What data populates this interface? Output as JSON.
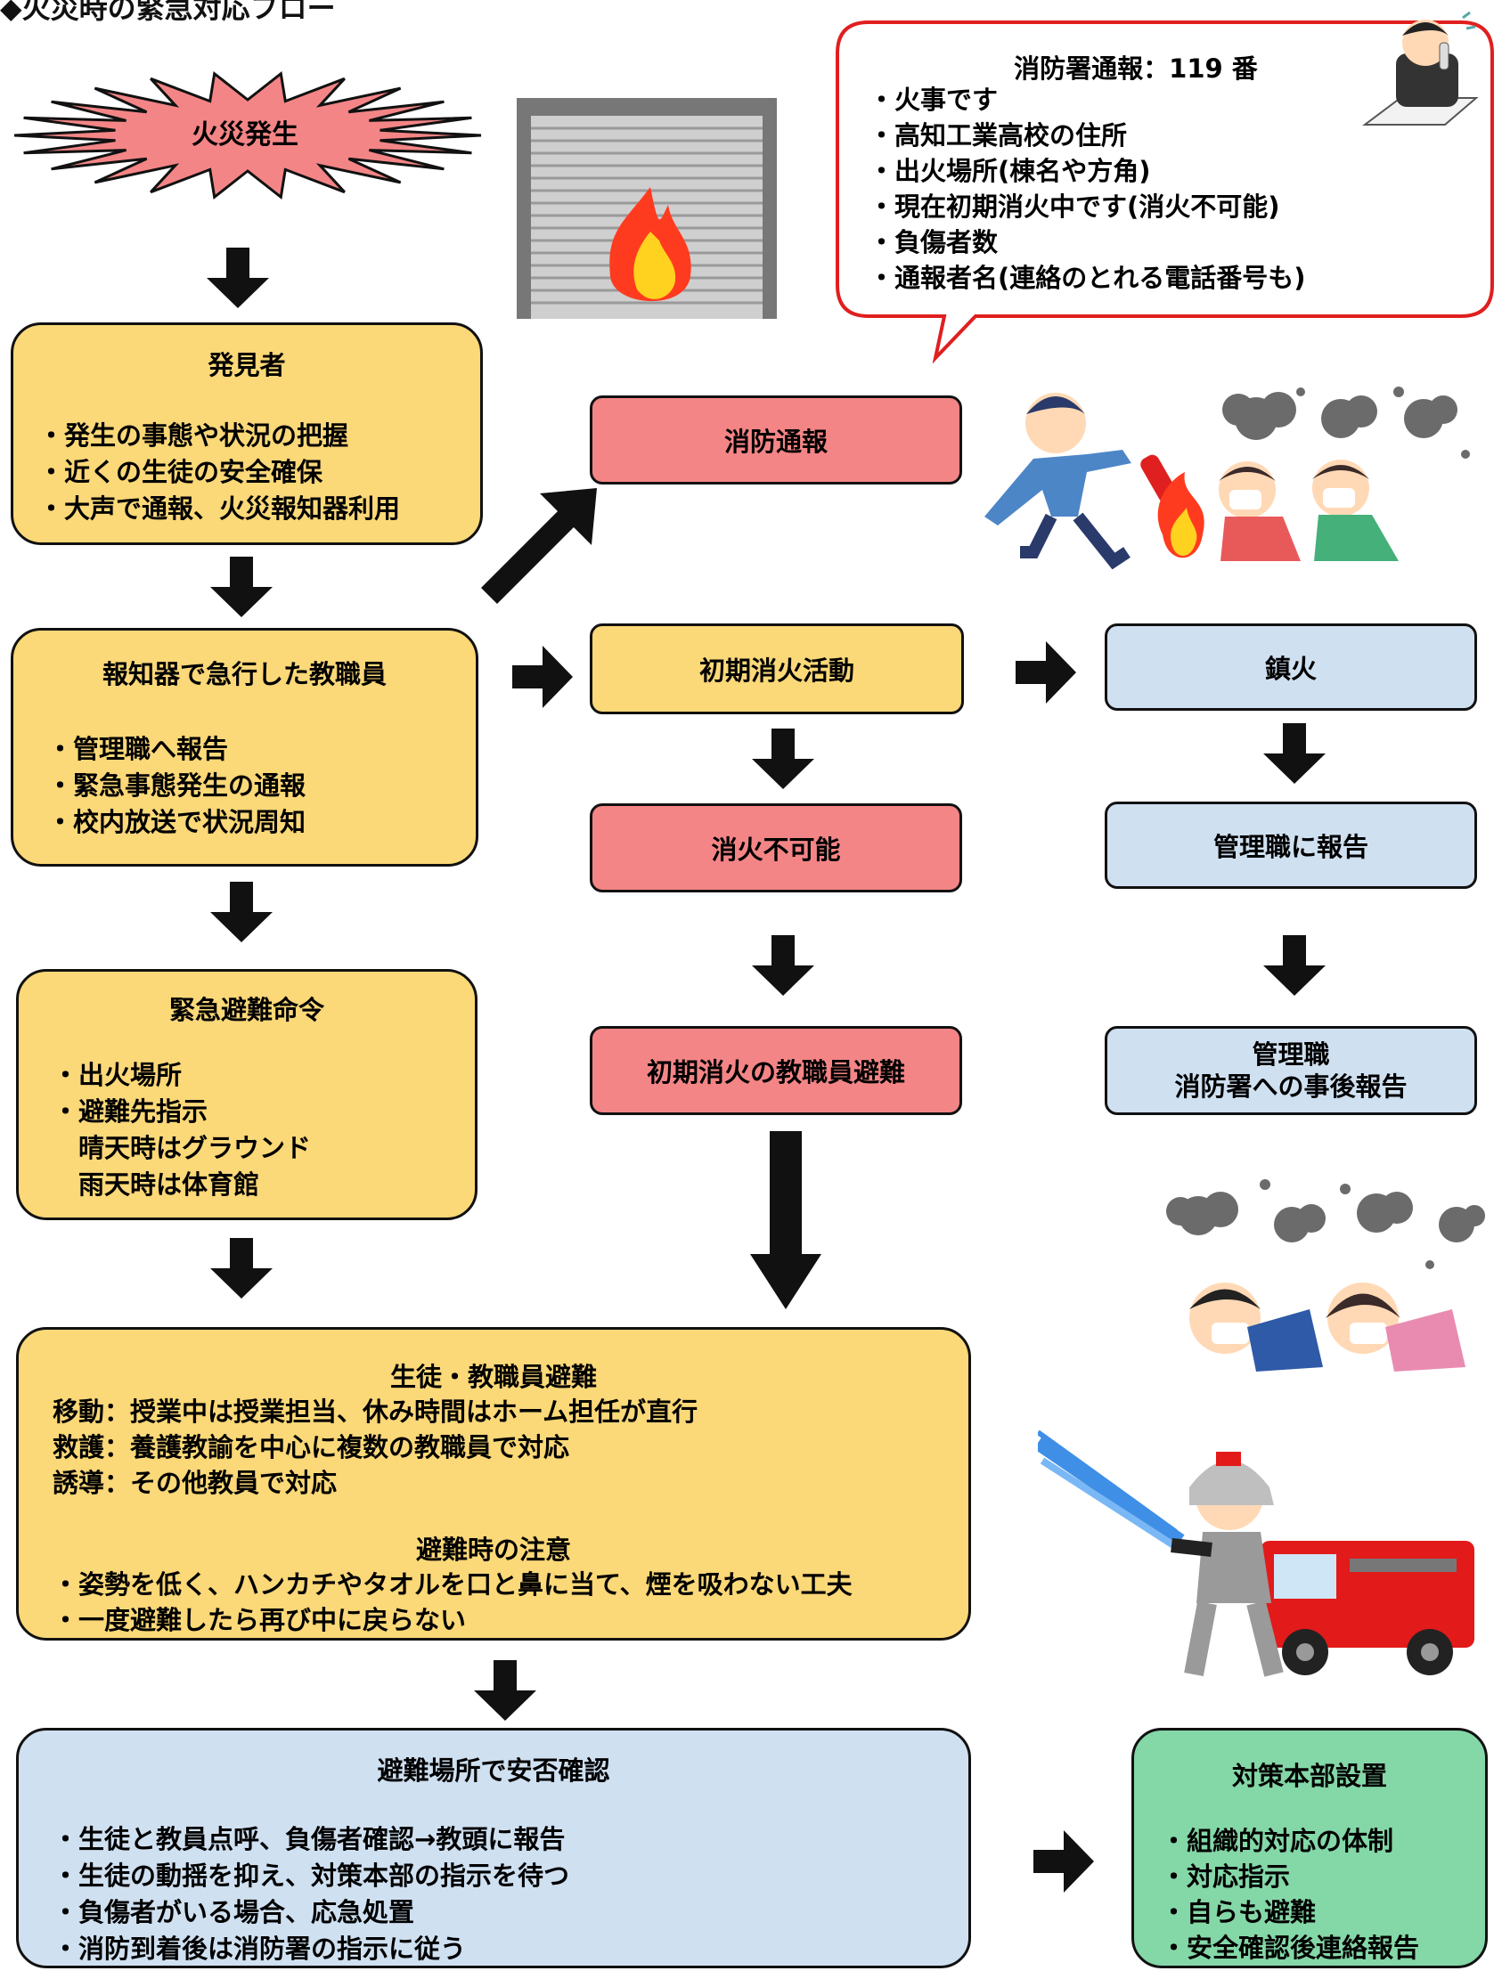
{
  "page_title": "◆火災時の緊急対応フロー",
  "fire_start": "火災発生",
  "callout": {
    "title": "消防署通報：119 番",
    "items": [
      "火事です",
      "高知工業高校の住所",
      "出火場所(棟名や方角)",
      "現在初期消火中です(消火不可能)",
      "負傷者数",
      "通報者名(連絡のとれる電話番号も)"
    ]
  },
  "discoverer": {
    "title": "発見者",
    "items": [
      "発生の事態や状況の把握",
      "近くの生徒の安全確保",
      "大声で通報、火災報知器利用"
    ]
  },
  "staff": {
    "title": "報知器で急行した教職員",
    "items": [
      "管理職へ報告",
      "緊急事態発生の通報",
      "校内放送で状況周知"
    ]
  },
  "evac_order": {
    "title": "緊急避難命令",
    "items": [
      "出火場所",
      "避難先指示"
    ],
    "sub_items": [
      "晴天時はグラウンド",
      "雨天時は体育館"
    ]
  },
  "fire_report": "消防通報",
  "initial_fight": "初期消火活動",
  "cannot_extinguish": "消火不可能",
  "staff_evac": "初期消火の教職員避難",
  "extinguished": "鎮火",
  "report_mgmt": "管理職に報告",
  "post_report": "管理職\n消防署への事後報告",
  "evacuation": {
    "title": "生徒・教職員避難",
    "lines": [
      "移動：授業中は授業担当、休み時間はホーム担任が直行",
      "救護：養護教諭を中心に複数の教職員で対応",
      "誘導：その他教員で対応"
    ],
    "notes_title": "避難時の注意",
    "notes": [
      "姿勢を低く、ハンカチやタオルを口と鼻に当て、煙を吸わない工夫",
      "一度避難したら再び中に戻らない"
    ]
  },
  "safety_check": {
    "title": "避難場所で安否確認",
    "items": [
      "生徒と教員点呼、負傷者確認→教頭に報告",
      "生徒の動揺を抑え、対策本部の指示を待つ",
      "負傷者がいる場合、応急処置",
      "消防到着後は消防署の指示に従う"
    ]
  },
  "hq": {
    "title": "対策本部設置",
    "items": [
      "組織的対応の体制",
      "対応指示",
      "自らも避難",
      "安全確認後連絡報告"
    ]
  },
  "colors": {
    "yellow": "#fbd878",
    "red": "#f48586",
    "blue": "#cfe0f1",
    "green": "#84d7a7",
    "callout_border": "#e01f1f"
  },
  "icons": [
    "fire-shutter-illustration",
    "phone-caller-illustration",
    "extinguisher-illustration",
    "crawling-children-illustration",
    "firefighter-illustration"
  ]
}
